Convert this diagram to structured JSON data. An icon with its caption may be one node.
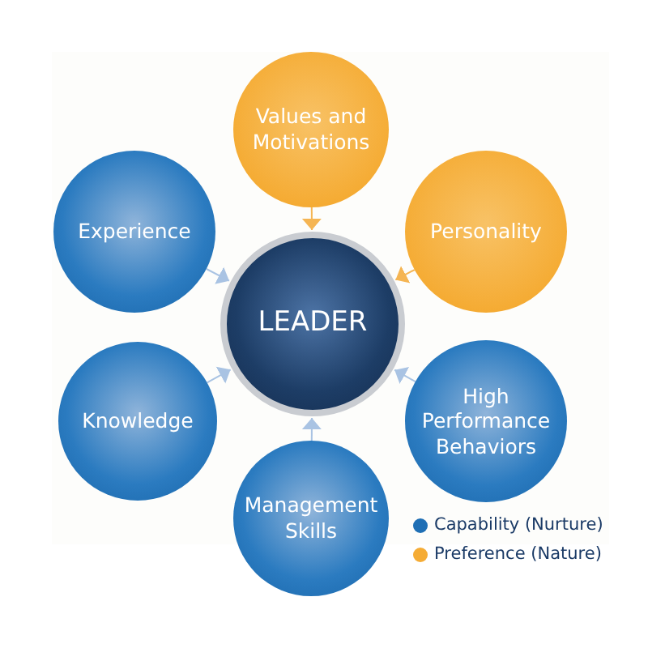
{
  "diagram": {
    "nodes": [
      {
        "text": [
          "LEADER"
        ]
      },
      {
        "text": [
          "Values and Motivations"
        ]
      },
      {
        "text": [
          "Personality"
        ]
      },
      {
        "text": [
          "High Performance Behaviors"
        ]
      },
      {
        "text": [
          "Management Skills"
        ]
      },
      {
        "text": [
          "Knowledge"
        ]
      },
      {
        "text": [
          "Experience"
        ]
      }
    ],
    "edges": [
      {
        "from": 1,
        "to": 0,
        "arrow": "to",
        "color": "#f5b553"
      },
      {
        "from": 2,
        "to": 0,
        "arrow": "to",
        "color": "#f5b553"
      },
      {
        "from": 3,
        "to": 0,
        "arrow": "to"
      },
      {
        "from": 4,
        "to": 0,
        "arrow": "to"
      },
      {
        "from": 5,
        "to": 0,
        "arrow": "to"
      },
      {
        "from": 6,
        "to": 0,
        "arrow": "to"
      }
    ],
    "legend": [
      {
        "text": "Capability (Nurture)",
        "color": "#1f6fb5"
      },
      {
        "text": "Preference (Nature)",
        "color": "#f5ac35"
      }
    ]
  }
}
